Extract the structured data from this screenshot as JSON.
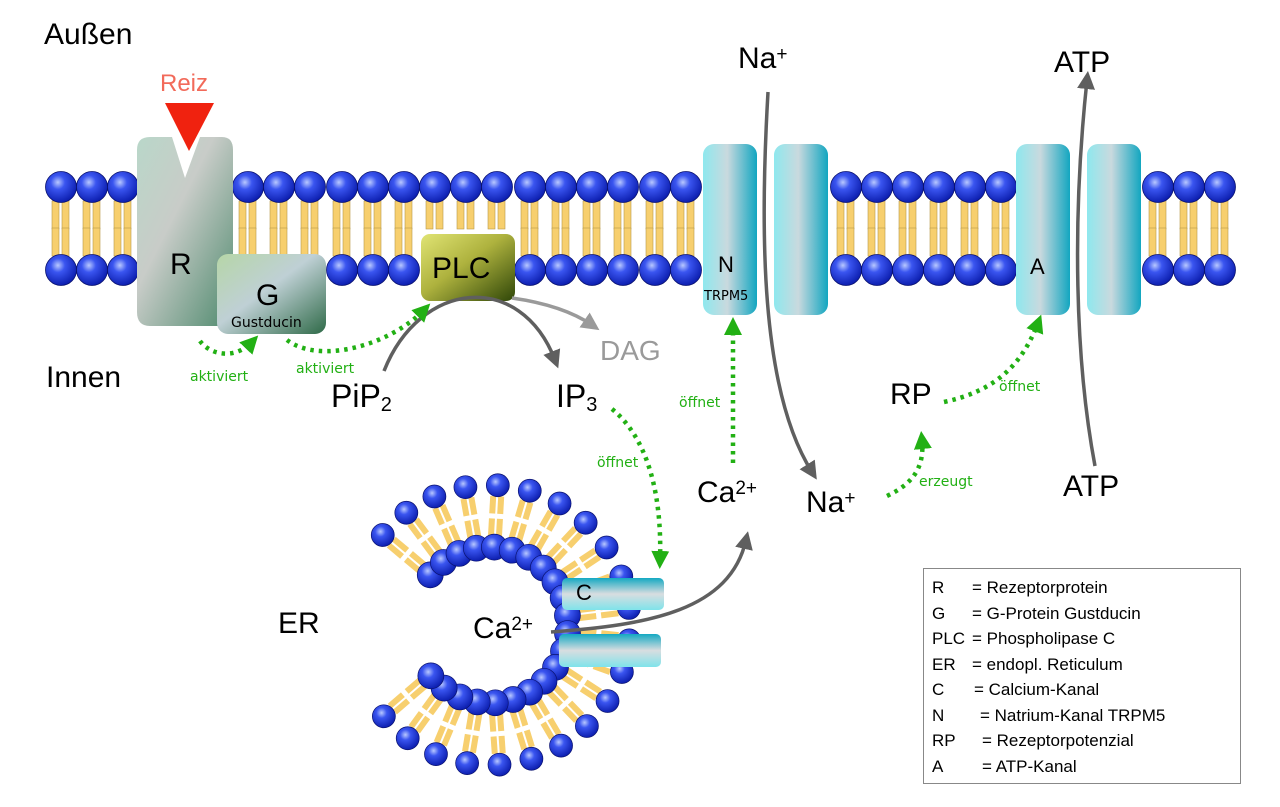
{
  "title": "Signaltransduktion Geschmackszelle (bitter/süß/umami)",
  "regions": {
    "outside": "Außen",
    "inside": "Innen"
  },
  "stimulus": {
    "label": "Reiz",
    "color": "#f0220f"
  },
  "proteins": {
    "receptor": {
      "label": "R"
    },
    "g_protein": {
      "label": "G",
      "sublabel": "Gustducin"
    },
    "plc": {
      "label": "PLC"
    },
    "sodium_channel": {
      "label": "N",
      "sublabel": "TRPM5"
    },
    "atp_channel": {
      "label": "A"
    },
    "calcium_channel": {
      "label": "C"
    }
  },
  "molecules": {
    "pip2": {
      "main": "PiP",
      "sub": "2"
    },
    "ip3": {
      "main": "IP",
      "sub": "3"
    },
    "dag": "DAG",
    "ca_er": {
      "main": "Ca",
      "sup": "2+"
    },
    "ca_cyto": {
      "main": "Ca",
      "sup": "2+"
    },
    "na_out": {
      "main": "Na",
      "sup": "+"
    },
    "na_in": {
      "main": "Na",
      "sup": "+"
    },
    "rp": "RP",
    "atp_out": "ATP",
    "atp_in": "ATP",
    "er": "ER"
  },
  "actions": {
    "activates_1": "aktiviert",
    "activates_2": "aktiviert",
    "opens_er": "öffnet",
    "opens_trpm5": "öffnet",
    "creates": "erzeugt",
    "opens_atp": "öffnet"
  },
  "colors": {
    "lipid_head": "#1a2fd6",
    "lipid_tail": "#f7cf6e",
    "channel": "#3cc4d0",
    "receptor": "#6a9c86",
    "plc": "#8a9420",
    "arrow": "#5f5f5f",
    "activation": "#22b014",
    "dag": "#9a9a9a"
  },
  "legend": [
    {
      "key": "R",
      "value": "= Rezeptorprotein"
    },
    {
      "key": "G",
      "value": "= G-Protein Gustducin"
    },
    {
      "key": "PLC",
      "value": "= Phospholipase C"
    },
    {
      "key": "ER",
      "value": "= endopl. Reticulum"
    },
    {
      "key": "C",
      "value": "= Calcium-Kanal"
    },
    {
      "key": "N",
      "value": "= Natrium-Kanal TRPM5"
    },
    {
      "key": "RP",
      "value": "= Rezeptorpotenzial"
    },
    {
      "key": "A",
      "value": "= ATP-Kanal"
    }
  ]
}
